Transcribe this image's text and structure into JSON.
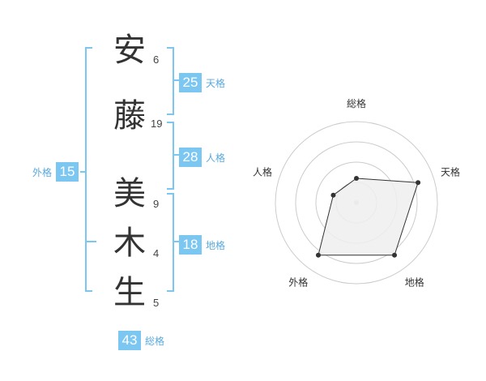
{
  "name": {
    "chars": [
      {
        "char": "安",
        "strokes": "6"
      },
      {
        "char": "藤",
        "strokes": "19"
      },
      {
        "char": "美",
        "strokes": "9"
      },
      {
        "char": "木",
        "strokes": "4"
      },
      {
        "char": "生",
        "strokes": "5"
      }
    ]
  },
  "kakusu": {
    "tenkaku": {
      "value": "25",
      "label": "天格"
    },
    "jinkaku": {
      "value": "28",
      "label": "人格"
    },
    "chikaku": {
      "value": "18",
      "label": "地格"
    },
    "gaikaku": {
      "value": "15",
      "label": "外格"
    },
    "soukaku": {
      "value": "43",
      "label": "総格"
    }
  },
  "colors": {
    "accent": "#7cc7f2",
    "grid": "#cccccc",
    "fill": "#eeeeee",
    "line": "#333333"
  },
  "chart_data": {
    "type": "radar",
    "axes": [
      "総格",
      "天格",
      "地格",
      "外格",
      "人格"
    ],
    "values": [
      1.5,
      4,
      4,
      4,
      1.5
    ],
    "range": [
      0,
      5
    ],
    "rings": 4
  }
}
